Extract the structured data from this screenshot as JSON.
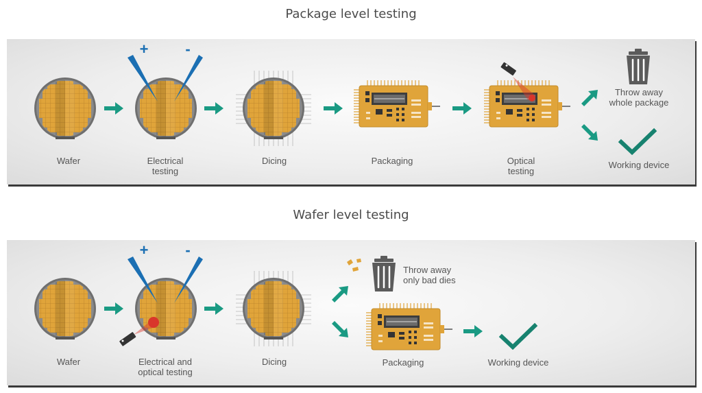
{
  "package": {
    "title": "Package level testing",
    "labels": {
      "wafer": "Wafer",
      "electrical_1": "Electrical",
      "electrical_2": "testing",
      "dicing": "Dicing",
      "packaging": "Packaging",
      "optical_1": "Optical",
      "optical_2": "testing",
      "throw_1": "Throw away",
      "throw_2": "whole package",
      "working": "Working device"
    }
  },
  "wafer_level": {
    "title": "Wafer level testing",
    "labels": {
      "wafer": "Wafer",
      "elec_opt_1": "Electrical and",
      "elec_opt_2": "optical testing",
      "dicing": "Dicing",
      "throw_1": "Throw away",
      "throw_2": "only bad dies",
      "packaging": "Packaging",
      "working": "Working device"
    }
  },
  "probe_signs": {
    "plus": "+",
    "minus": "-"
  },
  "colors": {
    "wafer_gold": "#e0a43a",
    "wafer_edge": "#7a7a7a",
    "arrow_teal": "#1a9a83",
    "probe_blue": "#1b6fb3",
    "laser_red": "#d9362b",
    "trash_gray": "#5b5b5b",
    "check_teal": "#17826f"
  },
  "icons": [
    "wafer-icon",
    "probe-icon",
    "dicing-grid-icon",
    "package-board-icon",
    "laser-icon",
    "trash-icon",
    "checkmark-icon",
    "arrow-icon"
  ]
}
